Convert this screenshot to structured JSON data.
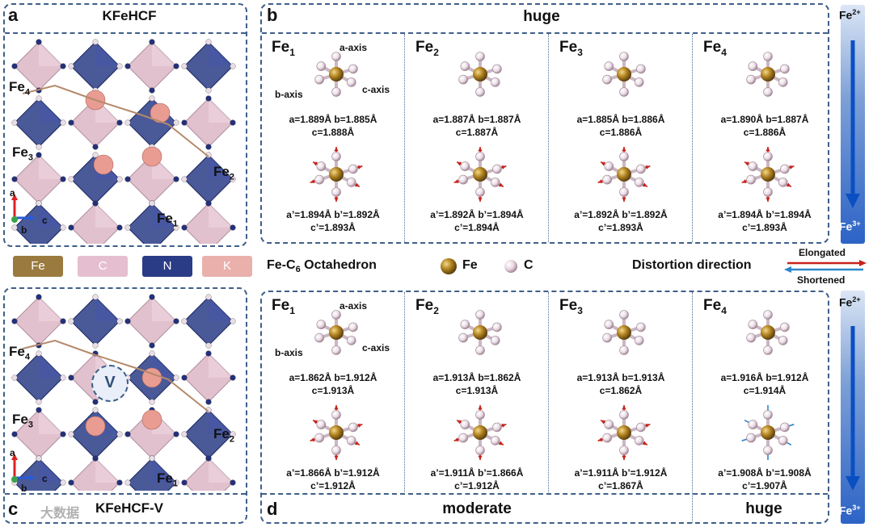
{
  "panel_a": {
    "label": "a",
    "title": "KFeHCF",
    "sites": [
      "Fe4",
      "Fe3",
      "Fe2",
      "Fe1"
    ],
    "axes": [
      "a",
      "b",
      "c"
    ]
  },
  "panel_c": {
    "label": "c",
    "title": "KFeHCF-V",
    "vacancy": "V",
    "sites": [
      "Fe4",
      "Fe3",
      "Fe2",
      "Fe1"
    ],
    "axes": [
      "a",
      "b",
      "c"
    ]
  },
  "panel_b": {
    "label": "b",
    "title": "huge",
    "cells": [
      {
        "site": "Fe",
        "sub": "1",
        "axis_labels": [
          "a-axis",
          "b-axis",
          "c-axis"
        ],
        "before": [
          "a=1.889Å b=1.885Å",
          "c=1.888Å"
        ],
        "after": [
          "a’=1.894Å b’=1.892Å",
          "c’=1.893Å"
        ]
      },
      {
        "site": "Fe",
        "sub": "2",
        "before": [
          "a=1.887Å b=1.887Å",
          "c=1.887Å"
        ],
        "after": [
          "a’=1.892Å b’=1.894Å",
          "c’=1.894Å"
        ]
      },
      {
        "site": "Fe",
        "sub": "3",
        "before": [
          "a=1.885Å b=1.886Å",
          "c=1.886Å"
        ],
        "after": [
          "a’=1.892Å b’=1.892Å",
          "c’=1.893Å"
        ]
      },
      {
        "site": "Fe",
        "sub": "4",
        "before": [
          "a=1.890Å b=1.887Å",
          "c=1.886Å"
        ],
        "after": [
          "a’=1.894Å b’=1.894Å",
          "c’=1.893Å"
        ]
      }
    ]
  },
  "panel_d": {
    "label": "d",
    "title_left": "moderate",
    "title_right": "huge",
    "cells": [
      {
        "site": "Fe",
        "sub": "1",
        "axis_labels": [
          "a-axis",
          "b-axis",
          "c-axis"
        ],
        "before": [
          "a=1.862Å b=1.912Å",
          "c=1.913Å"
        ],
        "after": [
          "a’=1.866Å b’=1.912Å",
          "c’=1.912Å"
        ]
      },
      {
        "site": "Fe",
        "sub": "2",
        "before": [
          "a=1.913Å b=1.862Å",
          "c=1.913Å"
        ],
        "after": [
          "a’=1.911Å b’=1.866Å",
          "c’=1.912Å"
        ]
      },
      {
        "site": "Fe",
        "sub": "3",
        "before": [
          "a=1.913Å b=1.913Å",
          "c=1.862Å"
        ],
        "after": [
          "a’=1.911Å b’=1.912Å",
          "c’=1.867Å"
        ]
      },
      {
        "site": "Fe",
        "sub": "4",
        "before": [
          "a=1.916Å b=1.912Å",
          "c=1.914Å"
        ],
        "after": [
          "a’=1.908Å b’=1.908Å",
          "c’=1.907Å"
        ]
      }
    ]
  },
  "legend": {
    "chips": [
      {
        "label": "Fe",
        "color": "#9b7a3f"
      },
      {
        "label": "C",
        "color": "#e5bfcf"
      },
      {
        "label": "N",
        "color": "#2a3c86"
      },
      {
        "label": "K",
        "color": "#eab0ac"
      }
    ],
    "octa_label": "Fe-C",
    "octa_sub": "6",
    "octa_suffix": " Octahedron",
    "fe_atom": "Fe",
    "c_atom": "C",
    "distortion": "Distortion direction",
    "elongated": "Elongated",
    "shortened": "Shortened"
  },
  "ions": {
    "top": "Fe",
    "top_sup": "2+",
    "bottom": "Fe",
    "bottom_sup": "3+"
  },
  "watermark": "大数据",
  "colors": {
    "frame": "#3f5f8a",
    "fe_atom": "#a57b25",
    "c_atom": "#eadde6",
    "n_blue": "#23317a",
    "pink_octa": "#d9b2c0",
    "k_ion": "#e89c92",
    "arrow_red": "#c8231c",
    "arrow_blue": "#2a86c8"
  }
}
